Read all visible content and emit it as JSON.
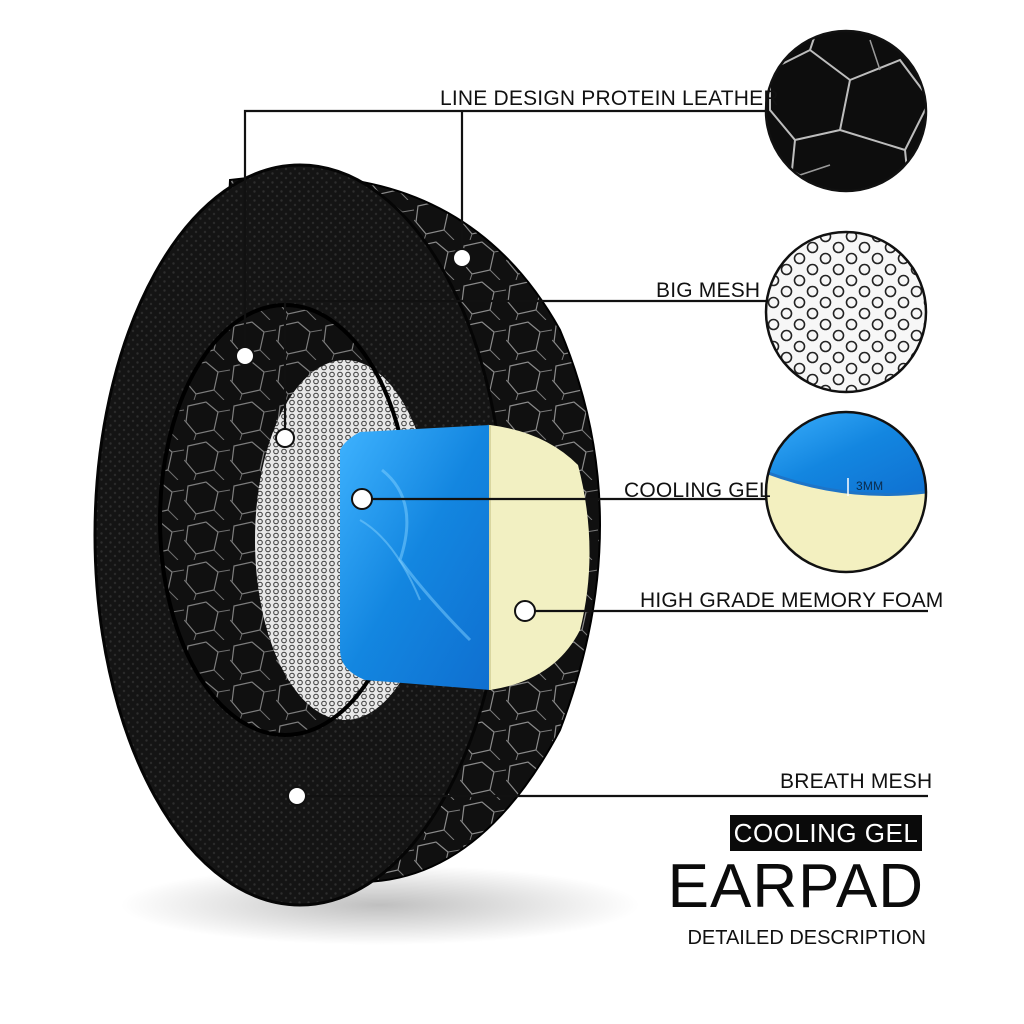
{
  "callouts": {
    "leather": "LINE DESIGN PROTEIN LEATHER",
    "big_mesh": "BIG MESH",
    "gel": "COOLING GEL",
    "foam": "HIGH GRADE MEMORY FOAM",
    "breath": "BREATH MESH"
  },
  "gel_thickness": "3MM",
  "product": {
    "badge": "COOLING GEL",
    "title": "EARPAD",
    "subtitle": "DETAILED DESCRIPTION"
  },
  "colors": {
    "gel_blue": "#1f8fe6",
    "foam_cream": "#f2f0c2",
    "pad_black": "#121212"
  }
}
